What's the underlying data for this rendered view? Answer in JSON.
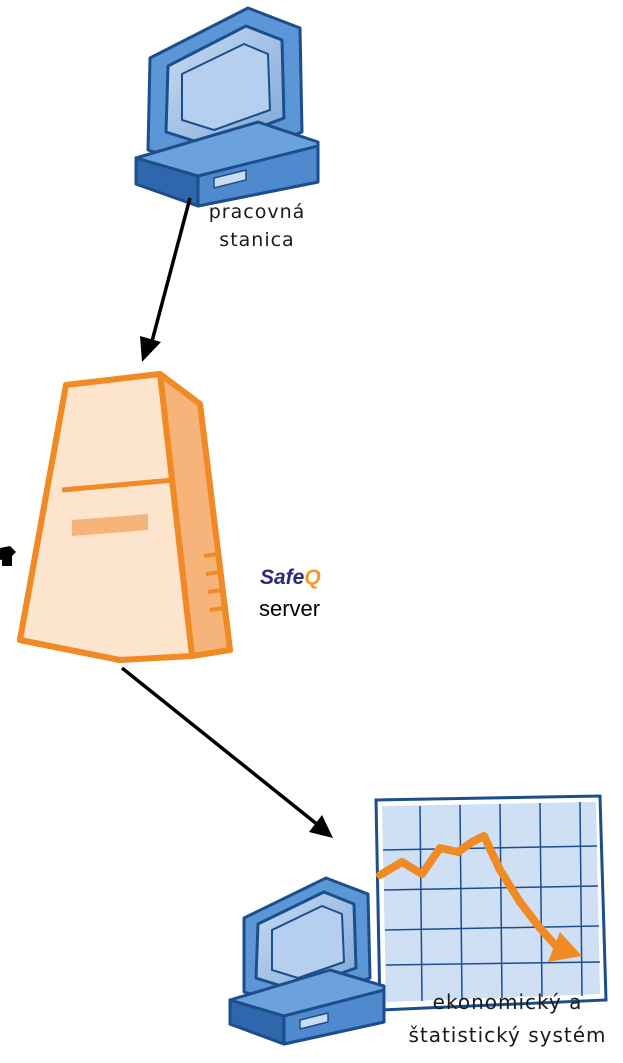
{
  "nodes": {
    "workstation": {
      "label_line1": "pracovná",
      "label_line2": "stanica",
      "icon": "desktop-computer-icon"
    },
    "server": {
      "brand_part1": "Safe",
      "brand_part2": "Q",
      "label": "server",
      "icon": "server-tower-icon"
    },
    "economic_system": {
      "label_line1": "ekonomický a",
      "label_line2": "štatistický systém",
      "icon": "computer-with-chart-icon"
    }
  },
  "colors": {
    "monitor_blue": "#3a78c2",
    "server_orange": "#f08a24",
    "server_fill": "#fcd9b8",
    "arrow": "#000000",
    "safe_text": "#2b2a7a",
    "q_text": "#f39a2a"
  }
}
